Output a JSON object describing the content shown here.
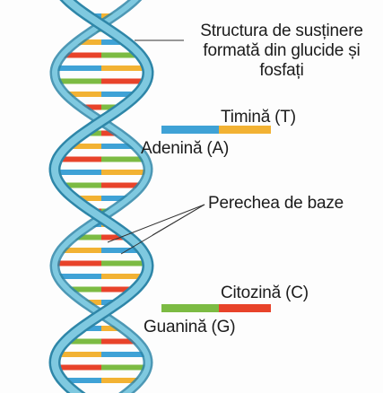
{
  "labels": {
    "backbone_line1": "Structura de susținere",
    "backbone_line2": "formată din glucide și",
    "backbone_line3": "fosfați",
    "thymine": "Timină (T)",
    "adenine": "Adenină (A)",
    "base_pair": "Perechea de baze",
    "cytosine": "Citozină (C)",
    "guanine": "Guanină (G)"
  },
  "colors": {
    "adenine": "#3fa2d6",
    "thymine": "#f2b233",
    "cytosine": "#e8432a",
    "guanine": "#7cbb43",
    "backbone": "#7fc9e0",
    "backbone_dark": "#2e86a8"
  }
}
